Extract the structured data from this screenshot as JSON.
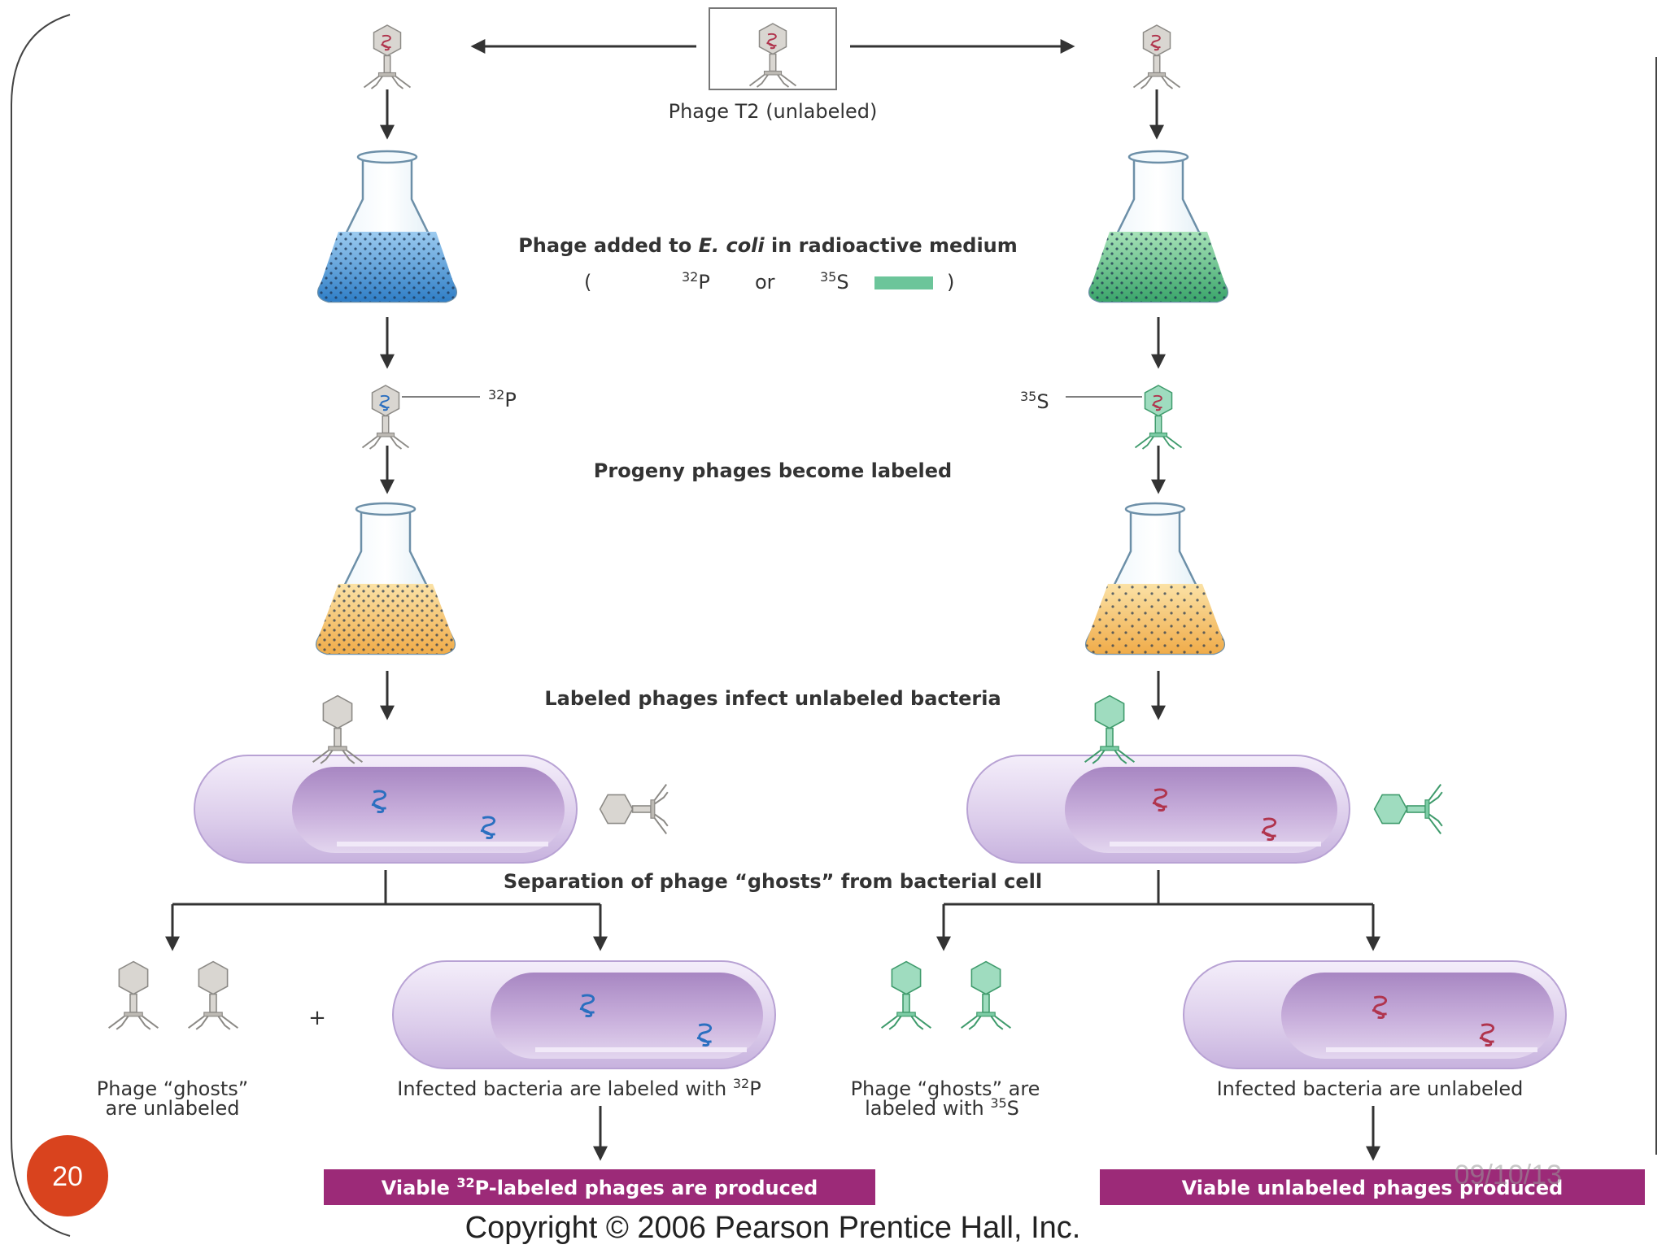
{
  "slide": {
    "page_number": "20",
    "date_text": "09/10/13",
    "copyright": "Copyright © 2006 Pearson Prentice Hall, Inc."
  },
  "labels": {
    "phage_t2": "Phage T2 (unlabeled)",
    "step_added_pre": "Phage added to ",
    "step_added_ecoli": "E. coli",
    "step_added_post": " in radioactive medium",
    "paren_open": "(",
    "paren_close": ")",
    "isotope_p_mass": "32",
    "isotope_p_sym": "P",
    "isotope_s_mass": "35",
    "isotope_s_sym": "S",
    "or": "or",
    "progeny": "Progeny phages become labeled",
    "infect": "Labeled phages infect unlabeled bacteria",
    "separation": "Separation of phage “ghosts” from bacterial cell",
    "plus": "+",
    "ghosts_unlabeled_1": "Phage “ghosts”",
    "ghosts_unlabeled_2": "are unlabeled",
    "infected_labeled_pre": "Infected bacteria are labeled with ",
    "ghosts_labeled_1": "Phage “ghosts” are",
    "ghosts_labeled_2_pre": "labeled with ",
    "infected_unlabeled": "Infected bacteria are unlabeled",
    "viable_labeled_pre": "Viable ",
    "viable_labeled_post": "P-labeled phages are produced",
    "viable_unlabeled": "Viable unlabeled phages produced"
  },
  "colors": {
    "p32_blue": "#3a7fc4",
    "s35_green": "#6cc59a",
    "banner_magenta": "#9c2a78",
    "page_badge": "#d9431e",
    "arrow": "#333333",
    "bacterium": "#d8c8e8"
  }
}
